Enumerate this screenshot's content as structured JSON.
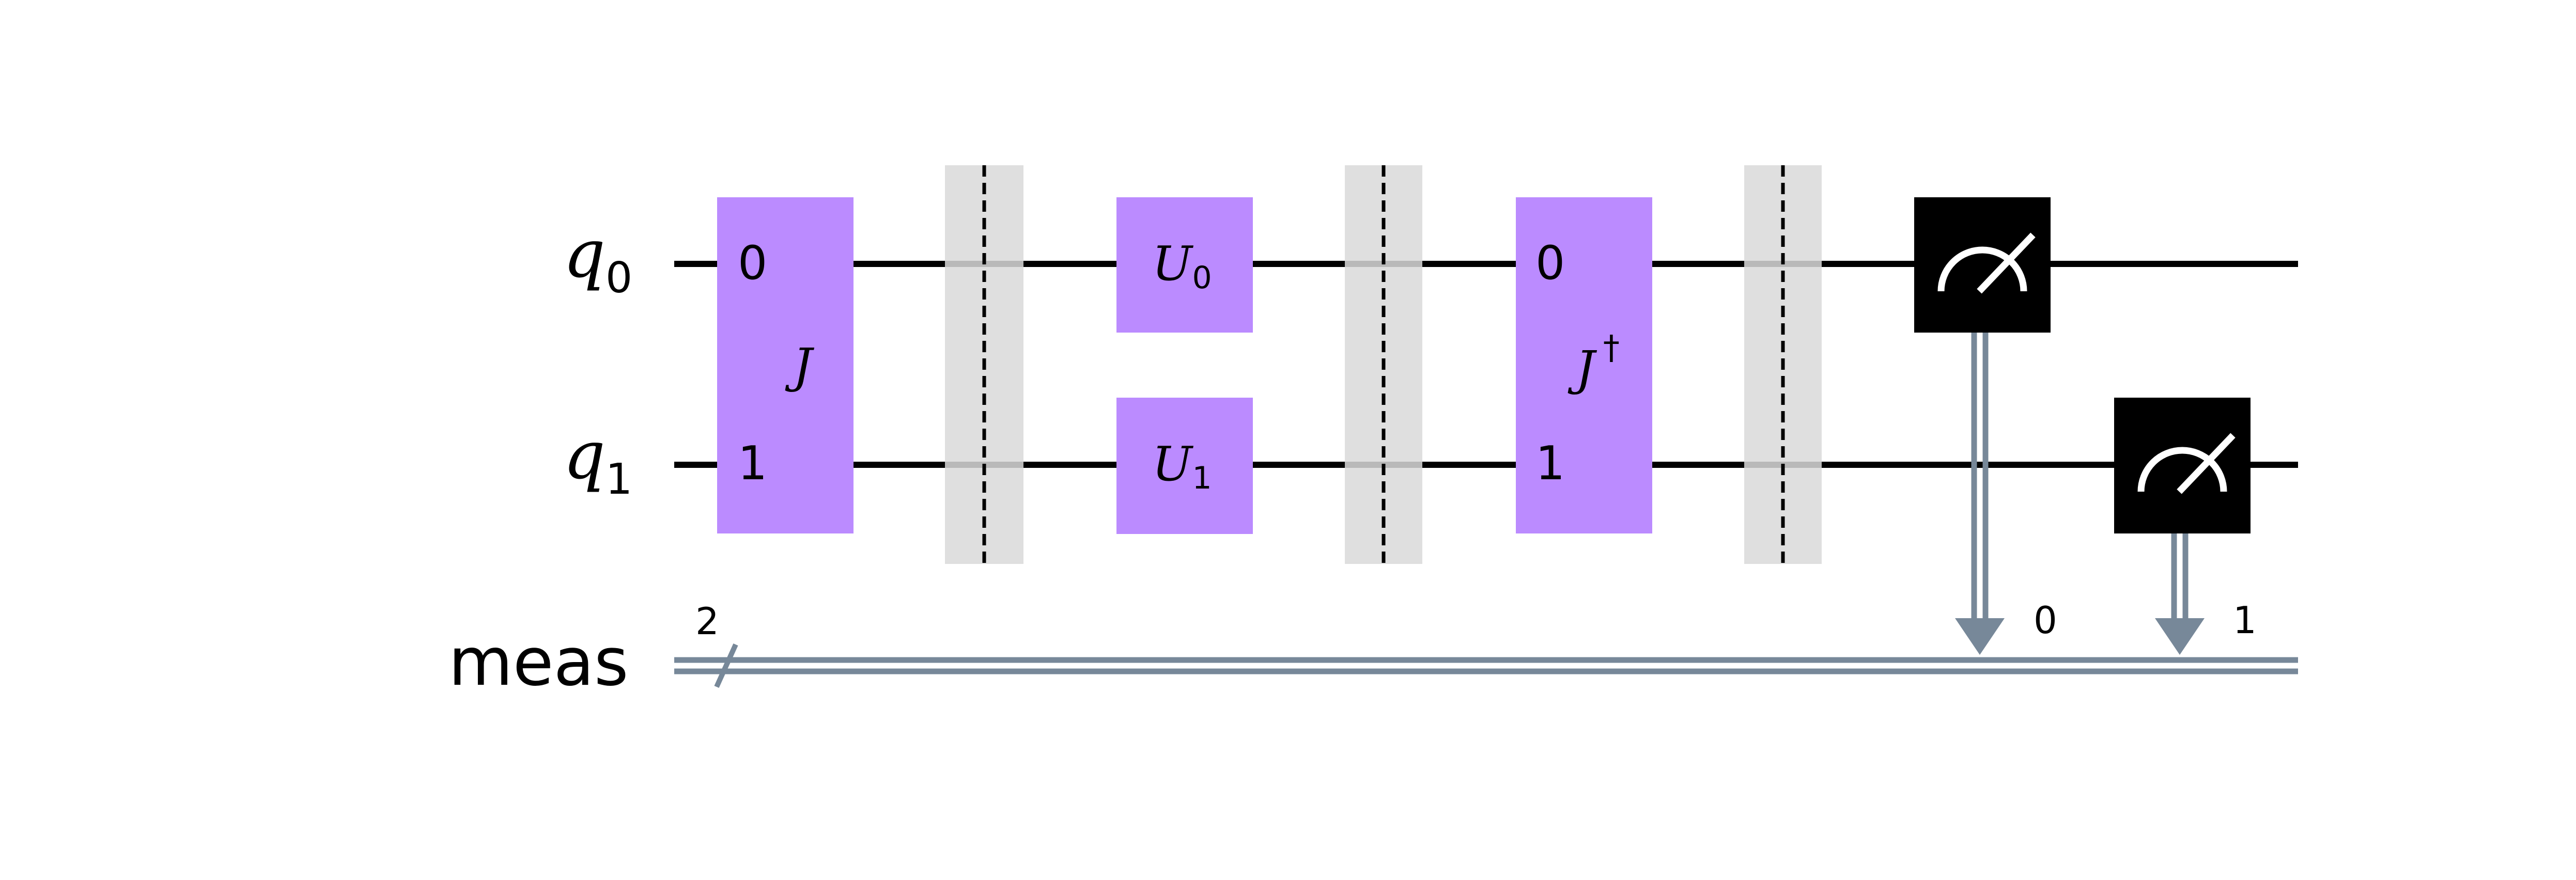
{
  "colors": {
    "gate_fill": "#bb8bff",
    "barrier_fill": "#d9d9d9",
    "measure_fill": "#000000",
    "classical_wire": "#778899",
    "quantum_wire": "#000000"
  },
  "wires": {
    "q0": {
      "symbol": "q",
      "subscript": "0"
    },
    "q1": {
      "symbol": "q",
      "subscript": "1"
    },
    "meas": {
      "label": "meas",
      "width": "2"
    }
  },
  "gates": {
    "J": {
      "symbol": "J",
      "port0": "0",
      "port1": "1"
    },
    "U0": {
      "symbol": "U",
      "subscript": "0"
    },
    "U1": {
      "symbol": "U",
      "subscript": "1"
    },
    "Jdg": {
      "symbol": "J",
      "superscript": "†",
      "port0": "0",
      "port1": "1"
    }
  },
  "measurements": {
    "m0": {
      "target_bit": "0",
      "icon": "meter-icon"
    },
    "m1": {
      "target_bit": "1",
      "icon": "meter-icon"
    }
  }
}
